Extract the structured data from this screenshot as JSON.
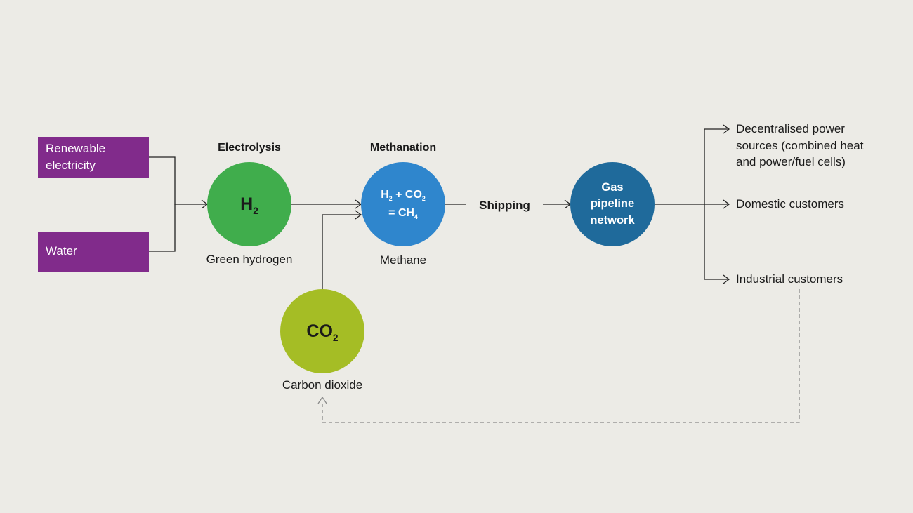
{
  "inputs": {
    "renewable": {
      "line1": "Renewable",
      "line2": "electricity"
    },
    "water": "Water"
  },
  "electrolysis": {
    "heading": "Electrolysis",
    "symbol": "H",
    "symbol_sub": "2",
    "caption": "Green hydrogen"
  },
  "methanation": {
    "heading": "Methanation",
    "eq_h": "H",
    "eq_h_sub": "2",
    "eq_plus": " + CO",
    "eq_co_sub": "2",
    "eq_eq": "= CH",
    "eq_ch_sub": "4",
    "caption": "Methane"
  },
  "co2": {
    "symbol": "CO",
    "symbol_sub": "2",
    "caption": "Carbon dioxide"
  },
  "shipping": "Shipping",
  "pipeline": {
    "line1": "Gas",
    "line2": "pipeline",
    "line3": "network"
  },
  "outputs": {
    "decentralised": {
      "line1": "Decentralised power",
      "line2": "sources (combined heat",
      "line3": "and power/fuel cells)"
    },
    "domestic": "Domestic customers",
    "industrial": "Industrial customers"
  },
  "colors": {
    "background": "#ecebe6",
    "input_box": "#812b8b",
    "hydrogen": "#40ad4c",
    "methane": "#2f86cd",
    "co2": "#a5bd25",
    "pipeline": "#1f6a9b",
    "line": "#222222",
    "dashed_line": "#8a8a8a"
  }
}
